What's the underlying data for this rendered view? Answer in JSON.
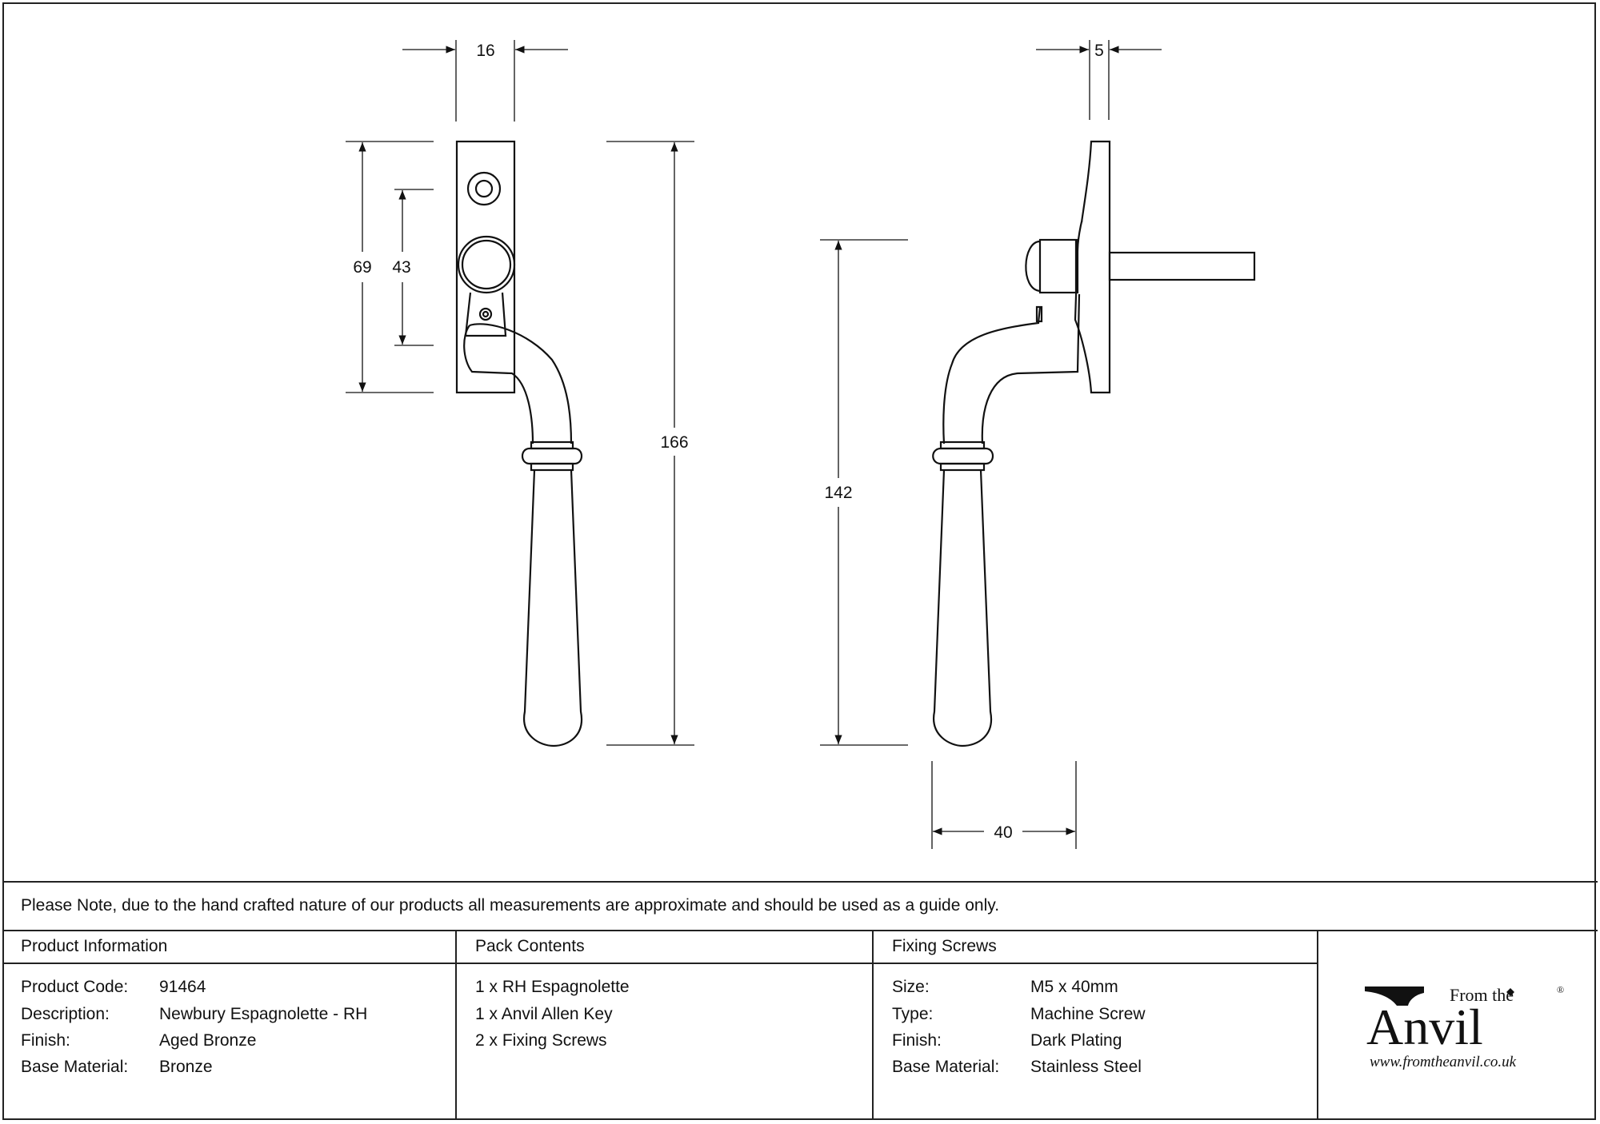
{
  "dimensions": {
    "front_width": "16",
    "front_plate_height": "69",
    "front_hole_spacing": "43",
    "front_total_height": "166",
    "side_depth": "5",
    "side_height": "142",
    "side_projection": "40"
  },
  "note": "Please Note, due to the hand crafted nature of our products all measurements are approximate and should be used as a guide only.",
  "product_info": {
    "heading": "Product Information",
    "rows": [
      {
        "label": "Product Code:",
        "value": "91464"
      },
      {
        "label": "Description:",
        "value": "Newbury Espagnolette - RH"
      },
      {
        "label": "Finish:",
        "value": "Aged Bronze"
      },
      {
        "label": "Base Material:",
        "value": "Bronze"
      }
    ]
  },
  "pack_contents": {
    "heading": "Pack Contents",
    "items": [
      "1 x RH Espagnolette",
      "1 x Anvil Allen Key",
      "2 x Fixing Screws"
    ]
  },
  "fixing_screws": {
    "heading": "Fixing Screws",
    "rows": [
      {
        "label": "Size:",
        "value": "M5 x 40mm"
      },
      {
        "label": "Type:",
        "value": "Machine Screw"
      },
      {
        "label": "Finish:",
        "value": "Dark Plating"
      },
      {
        "label": "Base Material:",
        "value": "Stainless Steel"
      }
    ]
  },
  "logo": {
    "from_the": "From the",
    "brand": "Anvil",
    "registered": "®",
    "url": "www.fromtheanvil.co.uk"
  }
}
